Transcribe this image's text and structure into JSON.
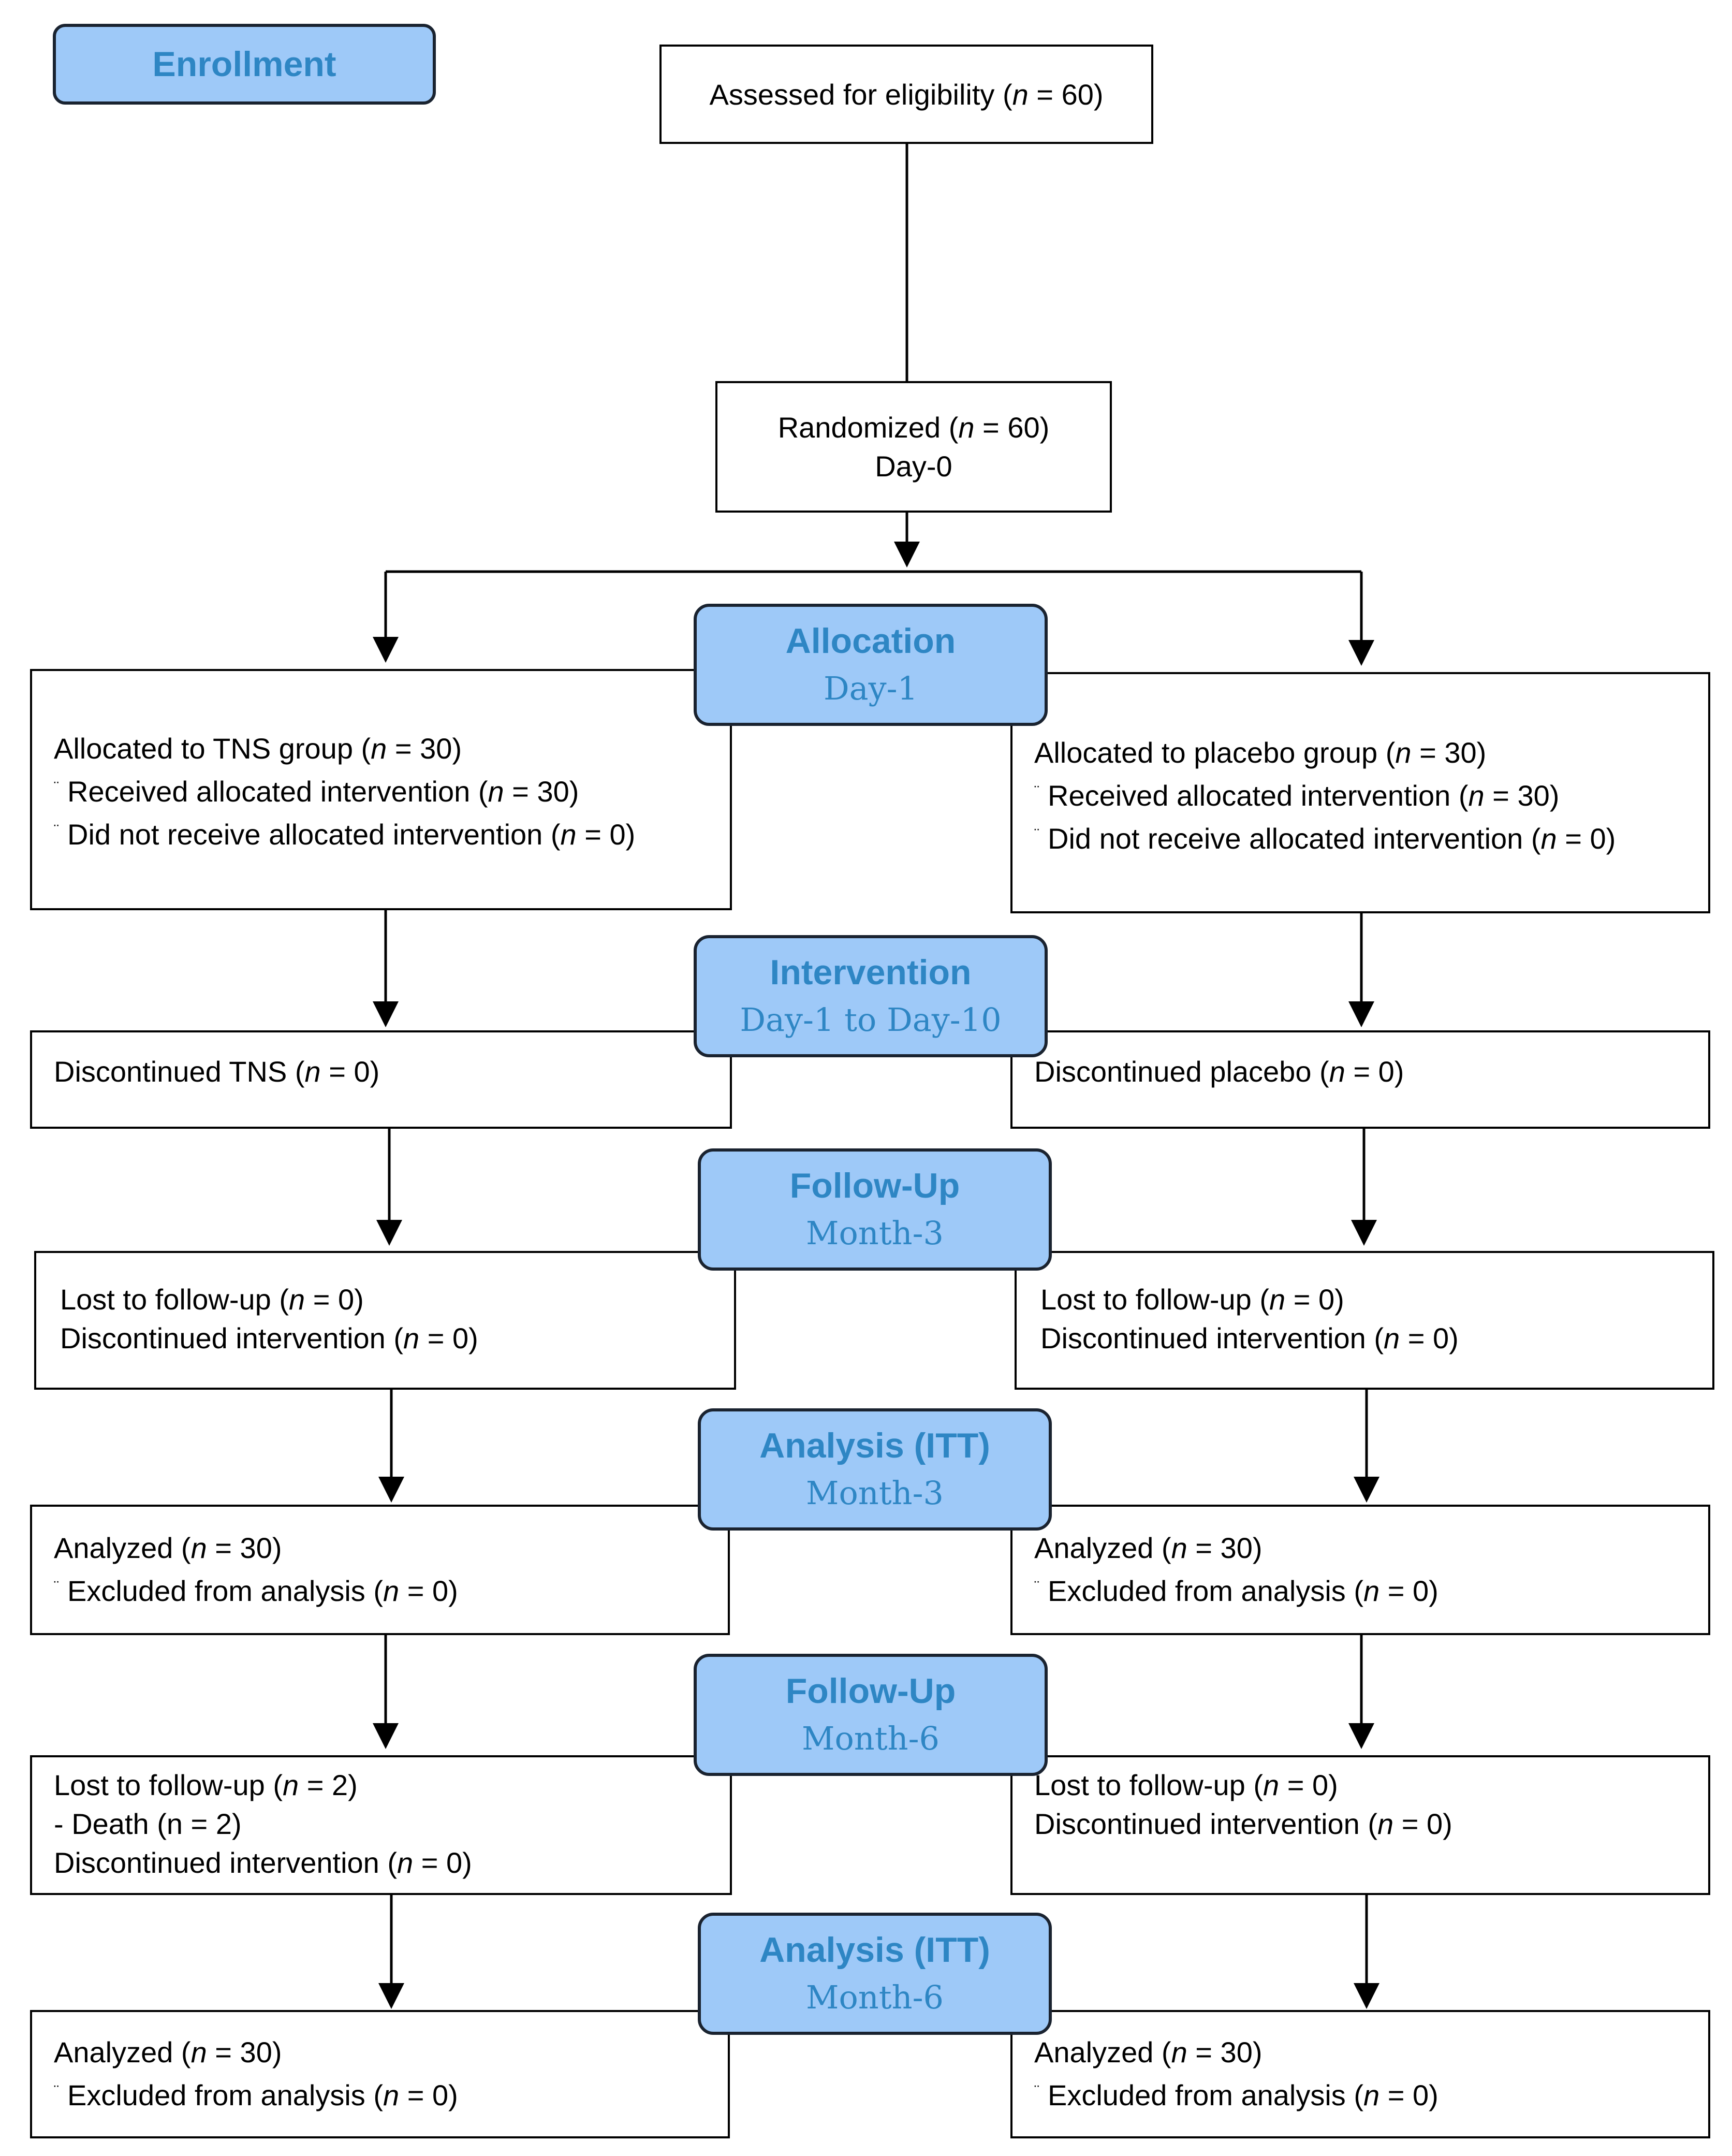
{
  "colors": {
    "stage_fill": "#9ec9f8",
    "stage_text": "#2e86c4",
    "line": "#000000"
  },
  "bullet_char": "¨",
  "enrollment": {
    "title": "Enrollment"
  },
  "assessed": {
    "prefix": "Assessed for eligibility (",
    "n": "n",
    "suffix": " = 60)"
  },
  "randomized": {
    "prefix": "Randomized (",
    "n": "n",
    "suffix": " = 60)",
    "day": "Day-0"
  },
  "stages": {
    "allocation": {
      "title": "Allocation",
      "subtitle": "Day-1"
    },
    "intervention": {
      "title": "Intervention",
      "subtitle": "Day-1 to Day-10"
    },
    "followup3": {
      "title": "Follow-Up",
      "subtitle": "Month-3"
    },
    "analysis3": {
      "title": "Analysis (ITT)",
      "subtitle": "Month-3"
    },
    "followup6": {
      "title": "Follow-Up",
      "subtitle": "Month-6"
    },
    "analysis6": {
      "title": "Analysis (ITT)",
      "subtitle": "Month-6"
    }
  },
  "left": {
    "allocation": [
      {
        "pre": "Allocated to TNS group (",
        "ital": "n",
        "post": " = 30)"
      },
      {
        "bullet": true,
        "pre": "Received allocated intervention (",
        "ital": "n",
        "post": " = 30)"
      },
      {
        "bullet": true,
        "pre": "Did not receive allocated intervention (",
        "ital": "n",
        "post": " = 0)"
      }
    ],
    "intervention": [
      {
        "pre": "Discontinued TNS (",
        "ital": "n",
        "post": " = 0)"
      }
    ],
    "followup3": [
      {
        "pre": "Lost to follow-up (",
        "ital": "n",
        "post": " = 0)"
      },
      {
        "pre": "Discontinued intervention (",
        "ital": "n",
        "post": " = 0)"
      }
    ],
    "analysis3": [
      {
        "pre": "Analyzed (",
        "ital": "n",
        "post": " = 30)"
      },
      {
        "bullet": true,
        "pre": "Excluded from analysis (",
        "ital": "n",
        "post": " = 0)"
      }
    ],
    "followup6": [
      {
        "pre": "Lost to follow-up (",
        "ital": "n",
        "post": " = 2)"
      },
      {
        "pre": "- Death (n = 2)"
      },
      {
        "pre": "Discontinued intervention (",
        "ital": "n",
        "post": " = 0)"
      }
    ],
    "analysis6": [
      {
        "pre": "Analyzed (",
        "ital": "n",
        "post": " = 30)"
      },
      {
        "bullet": true,
        "pre": "Excluded from analysis (",
        "ital": "n",
        "post": " = 0)"
      }
    ]
  },
  "right": {
    "allocation": [
      {
        "pre": "Allocated to placebo group (",
        "ital": "n",
        "post": " = 30)"
      },
      {
        "bullet": true,
        "pre": "Received allocated intervention (",
        "ital": "n",
        "post": " = 30)"
      },
      {
        "bullet": true,
        "pre": "Did not receive allocated intervention (",
        "ital": "n",
        "post": " = 0)"
      }
    ],
    "intervention": [
      {
        "pre": "Discontinued placebo (",
        "ital": "n",
        "post": " = 0)"
      }
    ],
    "followup3": [
      {
        "pre": "Lost to follow-up (",
        "ital": "n",
        "post": " = 0)"
      },
      {
        "pre": "Discontinued intervention (",
        "ital": "n",
        "post": " = 0)"
      }
    ],
    "analysis3": [
      {
        "pre": "Analyzed (",
        "ital": "n",
        "post": " = 30)"
      },
      {
        "bullet": true,
        "pre": "Excluded from analysis (",
        "ital": "n",
        "post": " = 0)"
      }
    ],
    "followup6": [
      {
        "pre": "Lost to follow-up (",
        "ital": "n",
        "post": " = 0)"
      },
      {
        "pre": "Discontinued intervention (",
        "ital": "n",
        "post": " = 0)"
      }
    ],
    "analysis6": [
      {
        "pre": "Analyzed (",
        "ital": "n",
        "post": " = 30)"
      },
      {
        "bullet": true,
        "pre": "Excluded from analysis (",
        "ital": "n",
        "post": " = 0)"
      }
    ]
  }
}
